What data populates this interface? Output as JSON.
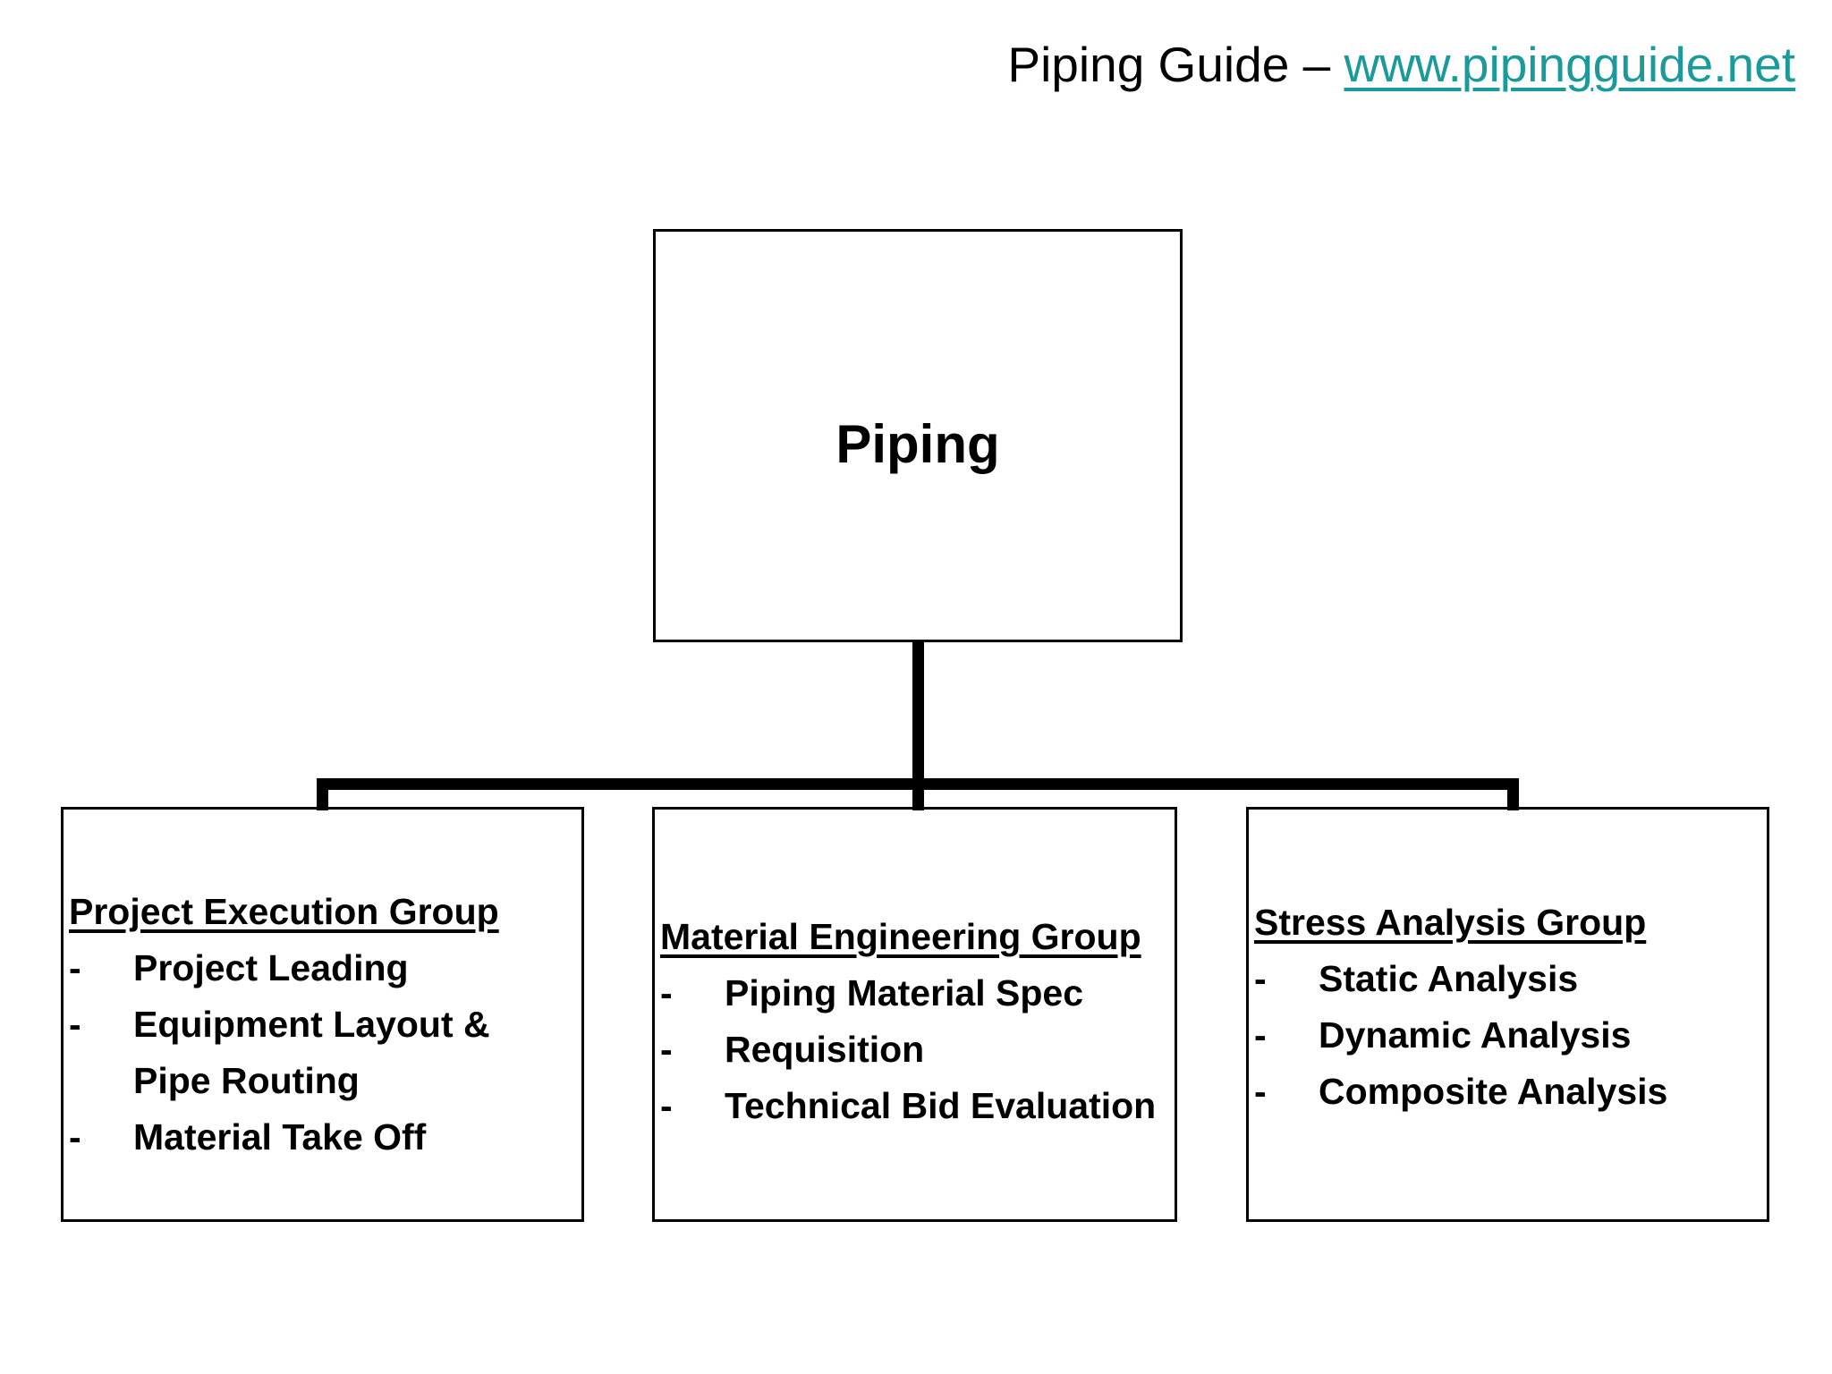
{
  "header": {
    "prefix": "Piping Guide – ",
    "link_text": "www.pipingguide.net",
    "link_color": "#1a9a9a"
  },
  "root": {
    "label": "Piping"
  },
  "bullet": "-",
  "groups": [
    {
      "title": "Project Execution Group",
      "items": [
        "Project Leading",
        "Equipment Layout & Pipe Routing",
        "Material Take Off"
      ]
    },
    {
      "title": "Material Engineering Group",
      "items": [
        "Piping Material Spec",
        "Requisition",
        "Technical Bid Evaluation"
      ]
    },
    {
      "title": "Stress Analysis Group",
      "items": [
        "Static Analysis",
        "Dynamic Analysis",
        "Composite Analysis"
      ]
    }
  ],
  "colors": {
    "line": "#000000",
    "text": "#000000",
    "background": "#ffffff"
  }
}
